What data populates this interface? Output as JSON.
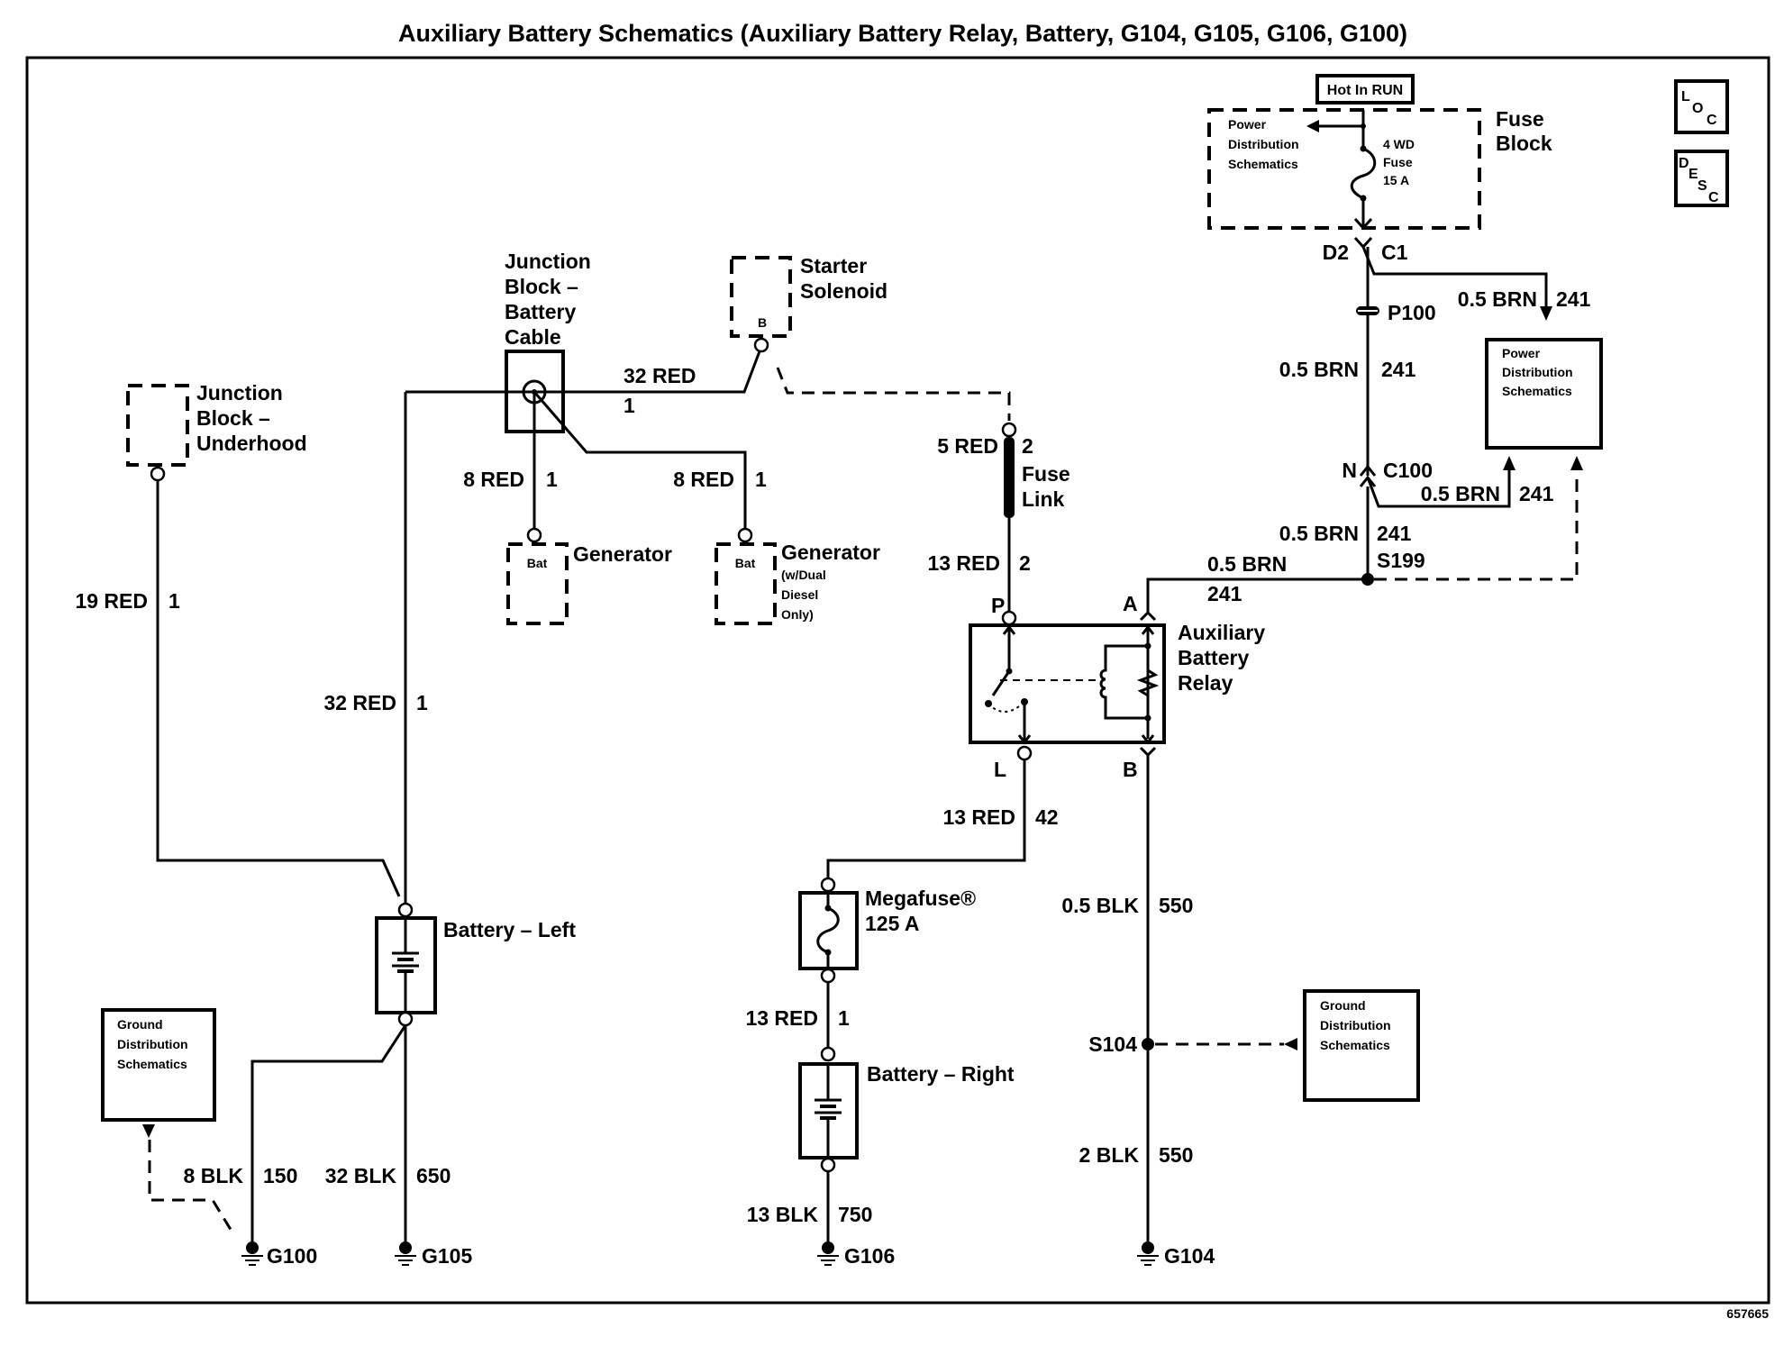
{
  "title": "Auxiliary Battery Schematics (Auxiliary Battery Relay, Battery, G104, G105, G106, G100)",
  "figure_number": "657665",
  "nav_icons": {
    "loc": [
      "L",
      "O",
      "C"
    ],
    "desc": [
      "D",
      "E",
      "S",
      "C"
    ]
  },
  "fuse_block": {
    "hot_label": "Hot In RUN",
    "name": [
      "Fuse",
      "Block"
    ],
    "power_ref": [
      "Power",
      "Distribution",
      "Schematics"
    ],
    "fuse": [
      "4 WD",
      "Fuse",
      "15 A"
    ],
    "connector_left": "D2",
    "connector_right": "C1"
  },
  "components": {
    "jb_underhood": [
      "Junction",
      "Block –",
      "Underhood"
    ],
    "jb_battery_cable": [
      "Junction",
      "Block –",
      "Battery",
      "Cable"
    ],
    "starter_solenoid": [
      "Starter",
      "Solenoid"
    ],
    "starter_terminal": "B",
    "generator": "Generator",
    "generator_terminal": "Bat",
    "generator2": "Generator",
    "generator2_note": [
      "(w/Dual",
      "Diesel",
      "Only)"
    ],
    "generator2_terminal": "Bat",
    "fuse_link": [
      "Fuse",
      "Link"
    ],
    "relay": [
      "Auxiliary",
      "Battery",
      "Relay"
    ],
    "relay_pins": {
      "p": "P",
      "l": "L",
      "a": "A",
      "b": "B"
    },
    "megafuse": [
      "Megafuse®",
      "125 A"
    ],
    "battery_left": "Battery – Left",
    "battery_right": "Battery – Right",
    "power_dist_ref": [
      "Power",
      "Distribution",
      "Schematics"
    ],
    "ground_dist_left": [
      "Ground",
      "Distribution",
      "Schematics"
    ],
    "ground_dist_right": [
      "Ground",
      "Distribution",
      "Schematics"
    ]
  },
  "splices": {
    "p100": "P100",
    "c100_pin": "N",
    "c100": "C100",
    "s199": "S199",
    "s104": "S104"
  },
  "grounds": [
    "G100",
    "G105",
    "G106",
    "G104"
  ],
  "wires": {
    "w19red": {
      "gauge": "19 RED",
      "circuit": "1"
    },
    "w32red_v": {
      "gauge": "32 RED",
      "circuit": "1"
    },
    "w32red_h": {
      "gauge": "32 RED",
      "circuit": "1"
    },
    "w8red_a": {
      "gauge": "8 RED",
      "circuit": "1"
    },
    "w8red_b": {
      "gauge": "8 RED",
      "circuit": "1"
    },
    "w5red": {
      "gauge": "5 RED",
      "circuit": "2"
    },
    "w13red_p": {
      "gauge": "13 RED",
      "circuit": "2"
    },
    "w13red_l": {
      "gauge": "13 RED",
      "circuit": "42"
    },
    "w13red_bat": {
      "gauge": "13 RED",
      "circuit": "1"
    },
    "w13blk": {
      "gauge": "13 BLK",
      "circuit": "750"
    },
    "w8blk": {
      "gauge": "8 BLK",
      "circuit": "150"
    },
    "w32blk": {
      "gauge": "32 BLK",
      "circuit": "650"
    },
    "w05blk": {
      "gauge": "0.5 BLK",
      "circuit": "550"
    },
    "w2blk": {
      "gauge": "2 BLK",
      "circuit": "550"
    },
    "brn_c1": {
      "gauge": "0.5 BRN",
      "circuit": "241"
    },
    "brn_p100": {
      "gauge": "0.5 BRN",
      "circuit": "241"
    },
    "brn_c100": {
      "gauge": "0.5 BRN",
      "circuit": "241"
    },
    "brn_s199": {
      "gauge": "0.5 BRN",
      "circuit": "241"
    },
    "brn_relay": {
      "gauge": "0.5 BRN",
      "circuit": "241"
    }
  }
}
